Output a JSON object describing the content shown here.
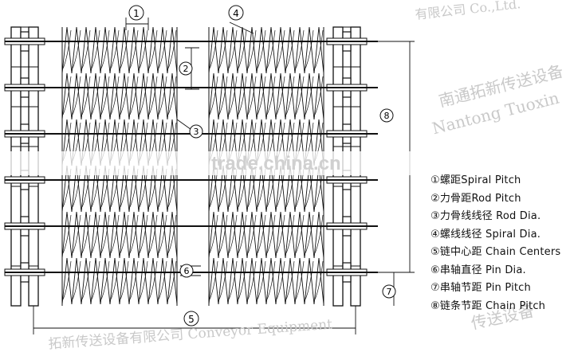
{
  "callouts": {
    "c1": "1",
    "c2": "2",
    "c3": "3",
    "c4": "4",
    "c5": "5",
    "c6": "6",
    "c7": "7",
    "c8": "8"
  },
  "legend": [
    "①螺距Spiral Pitch",
    "②力骨距Rod Pitch",
    "③力骨线线径 Rod Dia.",
    "④螺线线径 Spiral Dia.",
    "⑤链中心距 Chain Centers",
    "⑥串轴直径 Pin Dia.",
    "⑦串轴节距 Pin Pitch",
    "⑧链条节距 Chain Pitch"
  ],
  "watermarks": {
    "top": "有限公司 Co.,Ltd.",
    "cn_right": "南通拓新传送设备",
    "en_right": "Nantong Tuoxin",
    "bottom_right": "传送设备",
    "bottom": "拓新传送设备有限公司 Conveyor Equipment",
    "center": "trade.china.cn"
  },
  "colors": {
    "line": "#111111",
    "watermark": "#c8c8c8"
  }
}
